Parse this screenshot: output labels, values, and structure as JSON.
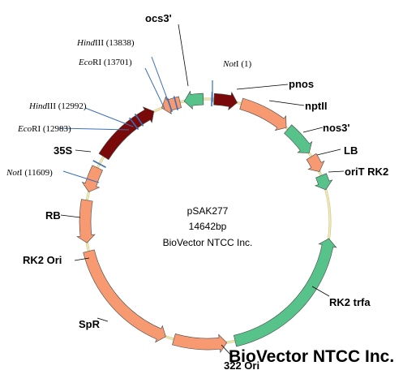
{
  "title": "pSAK277",
  "size_label": "14642bp",
  "company": "BioVector NTCC Inc.",
  "watermark": "BioVector NTCC Inc.",
  "colors": {
    "orange": "#f79a72",
    "green": "#57c38b",
    "maroon": "#7a0a0a",
    "backbone": "#f1e9a5",
    "site_line": "#3a6fb5"
  },
  "features": {
    "pnos": "pnos",
    "nptII": "nptII",
    "nos3": "nos3'",
    "LB": "LB",
    "oriT": "oriT RK2",
    "RK2trfa": "RK2 trfa",
    "ori322": "322 Ori",
    "SpR": "SpR",
    "RK2Ori": "RK2 Ori",
    "RB": "RB",
    "S35": "35S",
    "ocs3": "ocs3'"
  },
  "sites": {
    "NotI_1": {
      "enzyme": "Not",
      "suffix": "I (1)"
    },
    "HindIII_13838": {
      "enzyme": "Hind",
      "suffix": "III (13838)"
    },
    "EcoRI_13701": {
      "enzyme": "Eco",
      "suffix": "RI (13701)"
    },
    "HindIII_12992": {
      "enzyme": "Hind",
      "suffix": "III (12992)"
    },
    "EcoRI_12983": {
      "enzyme": "Eco",
      "suffix": "RI (12983)"
    },
    "NotI_11609": {
      "enzyme": "Not",
      "suffix": "I (11609)"
    }
  }
}
